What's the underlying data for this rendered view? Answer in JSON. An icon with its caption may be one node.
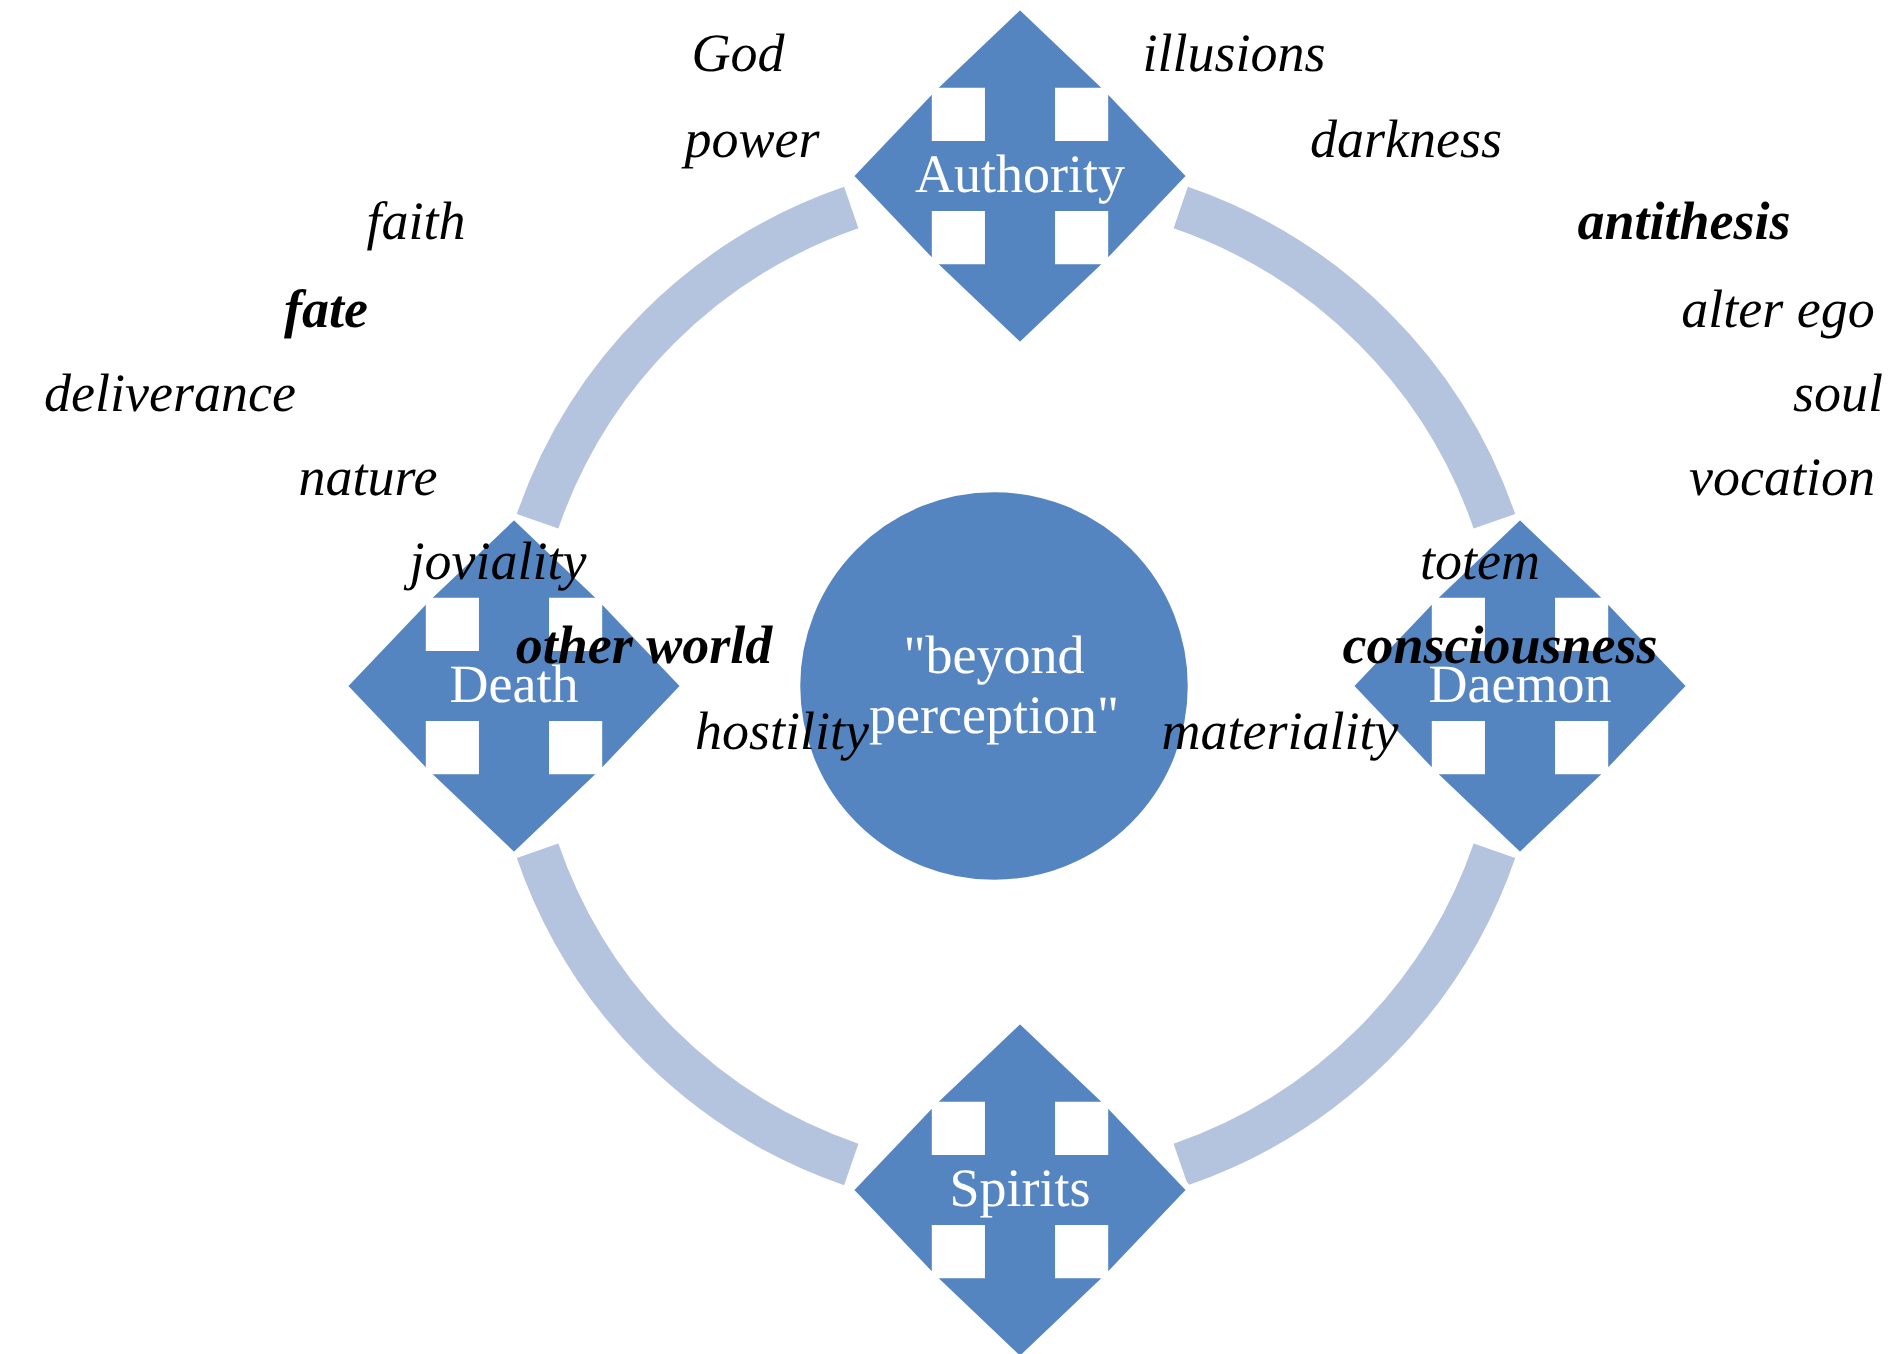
{
  "diagram": {
    "nodes": [
      {
        "text": [
          "\"beyond perception\""
        ]
      },
      {
        "text": [
          "Authority"
        ]
      },
      {
        "text": [
          "Daemon"
        ]
      },
      {
        "text": [
          "Spirits"
        ]
      },
      {
        "text": [
          "Death"
        ]
      }
    ],
    "edges": [
      {
        "from": 1,
        "to": 2,
        "arrow": "none"
      },
      {
        "from": 2,
        "to": 3,
        "arrow": "none"
      },
      {
        "from": 3,
        "to": 4,
        "arrow": "none"
      },
      {
        "from": 4,
        "to": 1,
        "arrow": "none"
      }
    ],
    "labels": [
      "God",
      "illusions",
      "power",
      "darkness",
      "faith",
      "antithesis",
      "fate",
      "alter ego",
      "deliverance",
      "soul",
      "nature",
      "vocation",
      "joviality",
      "totem",
      "other world",
      "consciousness",
      "hostility",
      "materiality"
    ]
  }
}
